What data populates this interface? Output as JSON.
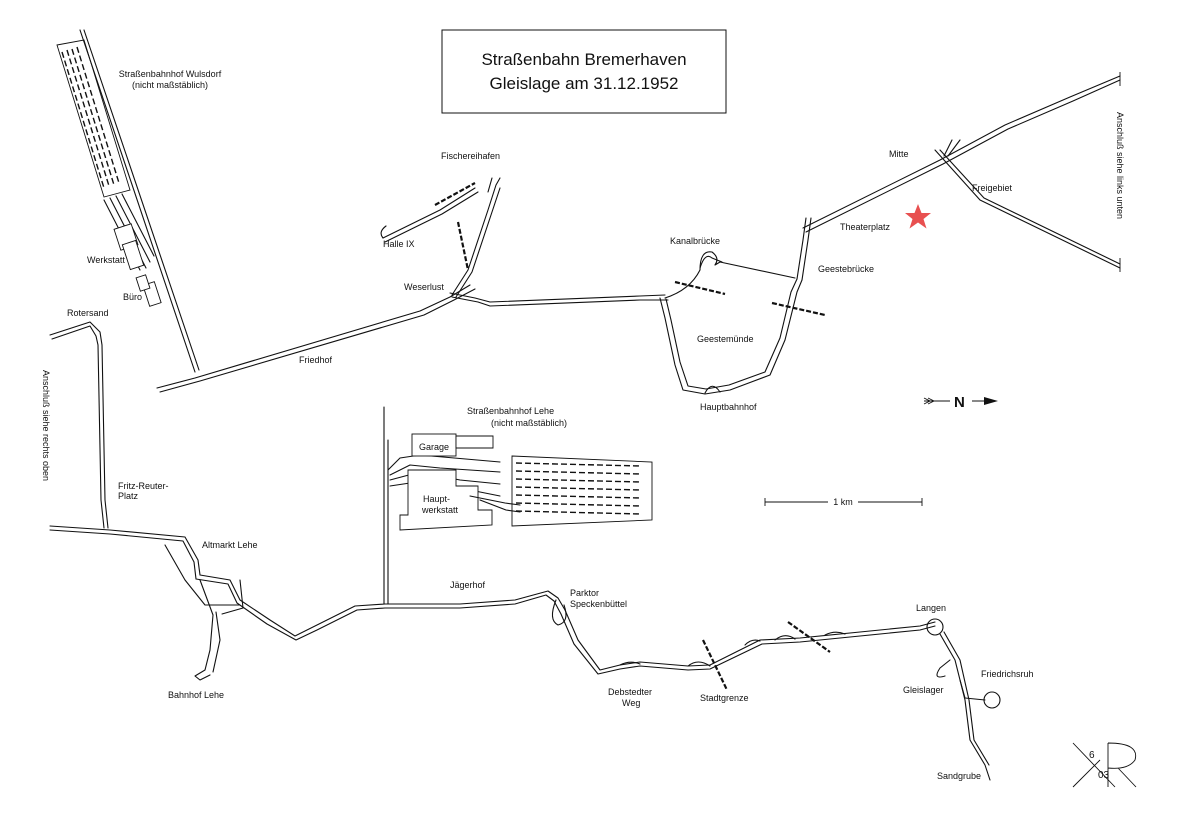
{
  "title": {
    "line1": "Straßenbahn Bremerhaven",
    "line2": "Gleislage am 31.12.1952"
  },
  "labels": {
    "depot_wulsdorf": "Straßenbahnhof Wulsdorf",
    "depot_wulsdorf_note": "(nicht maßstäblich)",
    "werkstatt": "Werkstatt",
    "buero": "Büro",
    "rotersand": "Rotersand",
    "friedhof": "Friedhof",
    "fischereihafen": "Fischereihafen",
    "halle_ix": "Halle IX",
    "weserlust": "Weserlust",
    "kanalbruecke": "Kanalbrücke",
    "mitte": "Mitte",
    "freigebiet": "Freigebiet",
    "theaterplatz": "Theaterplatz",
    "geestebruecke": "Geestebrücke",
    "geestemuende": "Geestemünde",
    "hauptbahnhof": "Hauptbahnhof",
    "depot_lehe": "Straßenbahnhof Lehe",
    "depot_lehe_note": "(nicht maßstäblich)",
    "garage": "Garage",
    "hauptwerkstatt_1": "Haupt-",
    "hauptwerkstatt_2": "werkstatt",
    "fritz_reuter_1": "Fritz-Reuter-",
    "fritz_reuter_2": "Platz",
    "altmarkt_lehe": "Altmarkt Lehe",
    "bahnhof_lehe": "Bahnhof Lehe",
    "jaegerhof": "Jägerhof",
    "parktor_1": "Parktor",
    "parktor_2": "Speckenbüttel",
    "debstedter_1": "Debstedter",
    "debstedter_2": "Weg",
    "stadtgrenze": "Stadtgrenze",
    "langen": "Langen",
    "friedrichsruh": "Friedrichsruh",
    "gleislager": "Gleislager",
    "sandgrube": "Sandgrube",
    "anschluss_left": "Anschluß siehe rechts oben",
    "anschluss_right": "Anschluß siehe links unten",
    "north": "N",
    "scale": "1 km",
    "logo_num": "6",
    "logo_year": "03"
  },
  "colors": {
    "ink": "#111111",
    "star": "#e85050"
  }
}
